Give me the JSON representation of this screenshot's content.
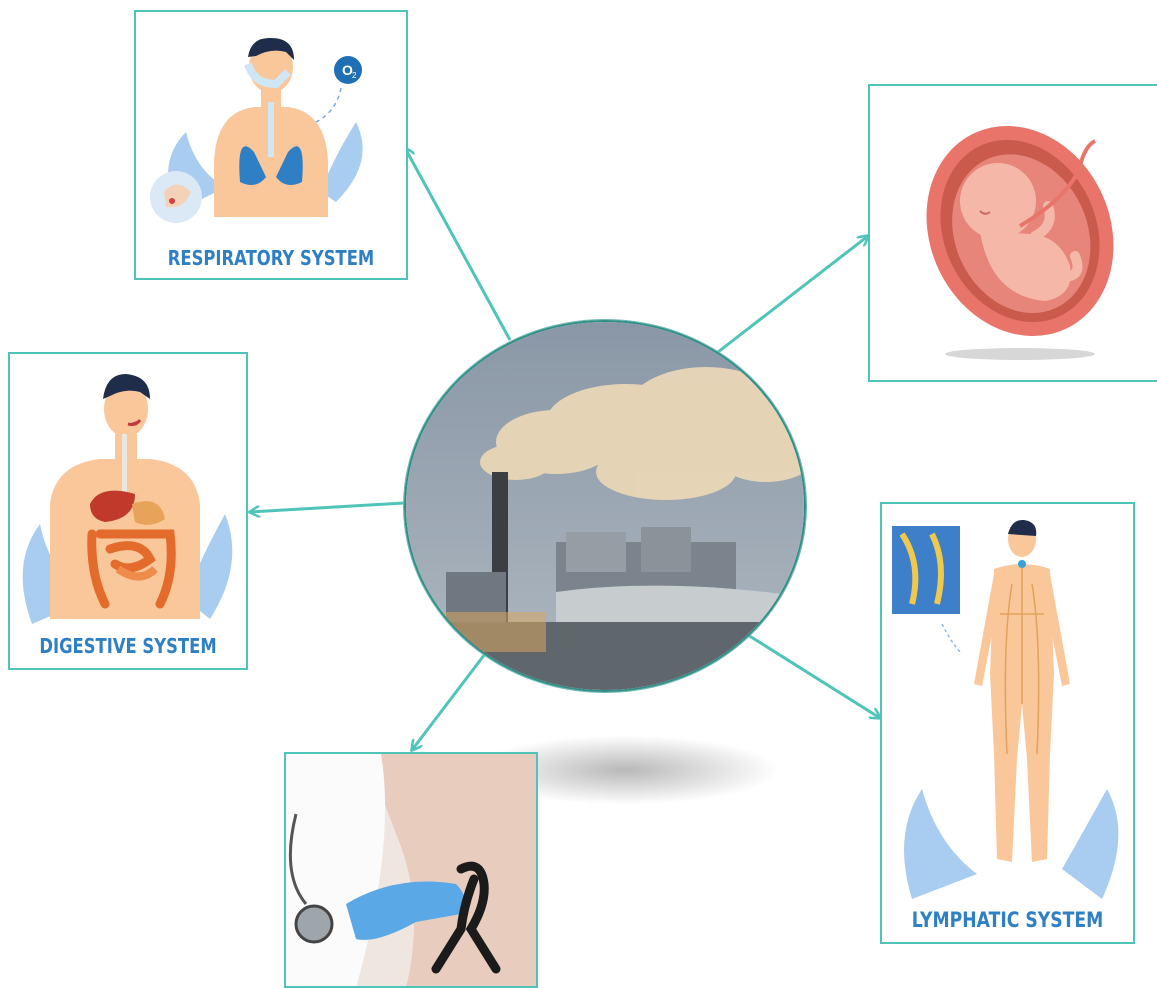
{
  "center": {
    "icon": "factory-smoke-photo"
  },
  "cards": {
    "respiratory": {
      "label": "RESPIRATORY SYSTEM",
      "badge": "O",
      "badge_sub": "2"
    },
    "pregnancy": {
      "icon": "fetus-in-womb-icon"
    },
    "digestive": {
      "label": "DIGESTIVE SYSTEM"
    },
    "cancer": {
      "icon": "cancer-ribbon-photo"
    },
    "lymphatic": {
      "label": "LYMPHATIC SYSTEM"
    }
  },
  "colors": {
    "accent": "#4fc4b8",
    "label": "#2f7fc4",
    "skin": "#f9c79a",
    "leaf": "#a9cdf0"
  }
}
